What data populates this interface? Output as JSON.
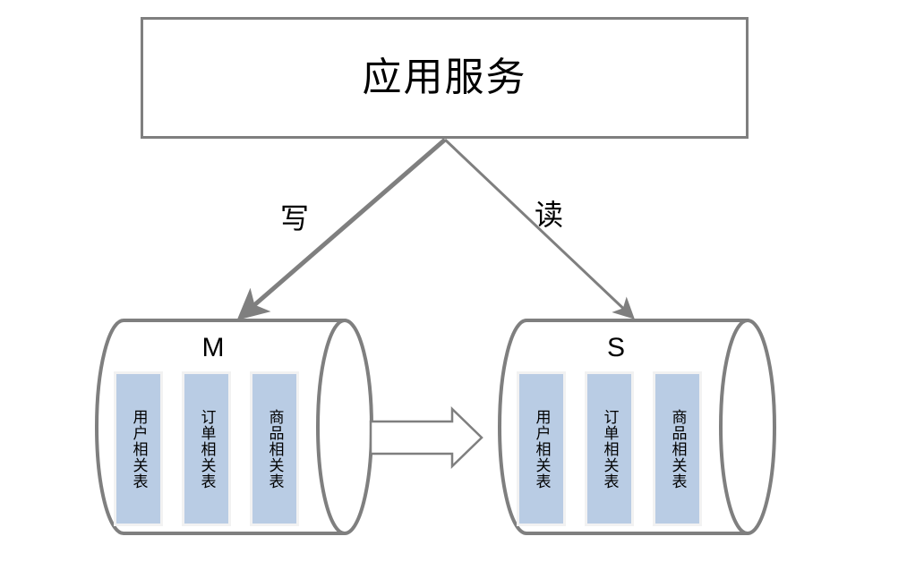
{
  "diagram": {
    "title": "应用服务",
    "app_service": {
      "label": "应用服务"
    },
    "edges": [
      {
        "id": "write",
        "label": "写",
        "from": "app-service",
        "to": "master-db",
        "style": "thick-arrow"
      },
      {
        "id": "read",
        "label": "读",
        "from": "app-service",
        "to": "slave-db",
        "style": "thin-arrow"
      },
      {
        "id": "replication",
        "label": "",
        "from": "master-db",
        "to": "slave-db",
        "style": "hollow-block-arrow"
      }
    ],
    "databases": [
      {
        "id": "master-db",
        "letter": "M",
        "tables": [
          {
            "label": "用户相关表"
          },
          {
            "label": "订单相关表"
          },
          {
            "label": "商品相关表"
          }
        ]
      },
      {
        "id": "slave-db",
        "letter": "S",
        "tables": [
          {
            "label": "用户相关表"
          },
          {
            "label": "订单相关表"
          },
          {
            "label": "商品相关表"
          }
        ]
      }
    ],
    "colors": {
      "stroke": "#7f7f7f",
      "table_fill": "#b9cce4",
      "table_border": "#f2f2f2",
      "background": "#ffffff",
      "text": "#000000"
    }
  }
}
